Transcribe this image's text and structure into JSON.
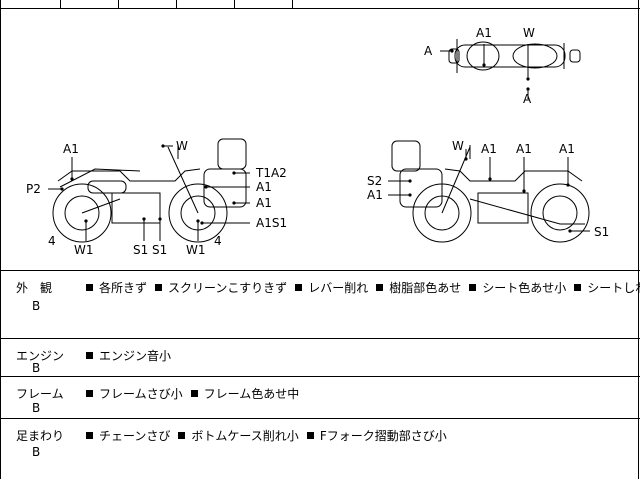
{
  "diagram": {
    "labels_top_view": [
      "A",
      "A1",
      "W",
      "A"
    ],
    "labels_left_side": [
      "A1",
      "W",
      "T1A2",
      "P2",
      "A1",
      "A1",
      "4",
      "A1S1",
      "W1",
      "S1",
      "S1",
      "W1",
      "4"
    ],
    "labels_right_side": [
      "W",
      "A1",
      "A1",
      "A1",
      "S2",
      "A1",
      "S1"
    ]
  },
  "sections": [
    {
      "category": "外　観",
      "grade": "B",
      "items": [
        "各所きず",
        "スクリーンこすりきず",
        "レバー削れ",
        "樹脂部色あせ",
        "シート色あせ小",
        "シートしわ中"
      ]
    },
    {
      "category": "エンジン",
      "grade": "B",
      "items": [
        "エンジン音小"
      ]
    },
    {
      "category": "フレーム",
      "grade": "B",
      "items": [
        "フレームさび小",
        "フレーム色あせ中"
      ]
    },
    {
      "category": "足まわり",
      "grade": "B",
      "items": [
        "チェーンさび",
        "ボトムケース削れ小",
        "Fフォーク摺動部さび小"
      ]
    }
  ]
}
